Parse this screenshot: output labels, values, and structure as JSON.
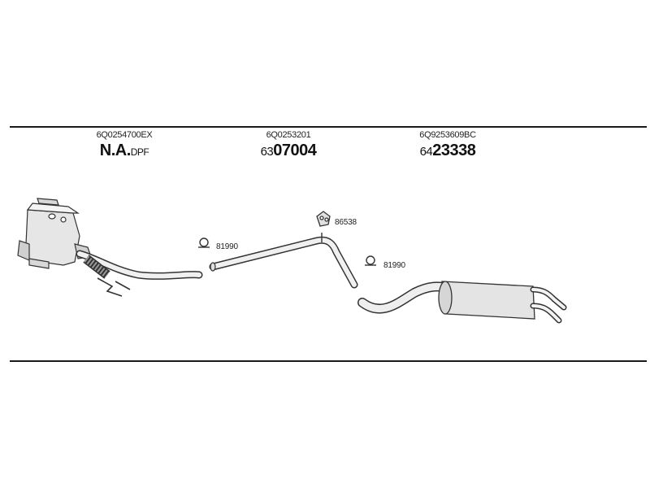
{
  "parts": [
    {
      "part_number": "6Q0254700EX",
      "code_prefix": "N.A.",
      "code_suffix": "DPF"
    },
    {
      "part_number": "6Q0253201",
      "code_prefix": "63",
      "code_main": "07004"
    },
    {
      "part_number": "6Q9253609BC",
      "code_prefix": "64",
      "code_main": "23338"
    }
  ],
  "clamps": [
    {
      "code": "81990",
      "icon": "clamp-icon"
    },
    {
      "code": "86538",
      "icon": "rubber-hanger-icon"
    },
    {
      "code": "81990",
      "icon": "clamp-icon"
    }
  ],
  "colors": {
    "line": "#1a1a1a",
    "part_fill": "#e6e6e6",
    "part_stroke": "#333333"
  }
}
